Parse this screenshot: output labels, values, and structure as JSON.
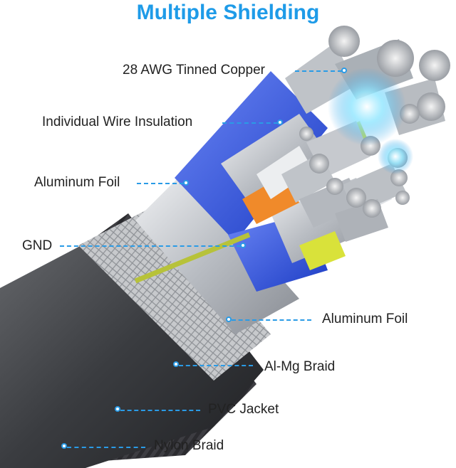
{
  "title": "Multiple Shielding",
  "accent_color": "#1e9be8",
  "labels": {
    "copper": "28 AWG Tinned Copper",
    "insulation": "Individual Wire Insulation",
    "foil_left": "Aluminum Foil",
    "gnd": "GND",
    "foil_right": "Aluminum Foil",
    "almg": "Al-Mg Braid",
    "pvc": "PVC Jacket",
    "nylon": "Nylon Braid"
  }
}
